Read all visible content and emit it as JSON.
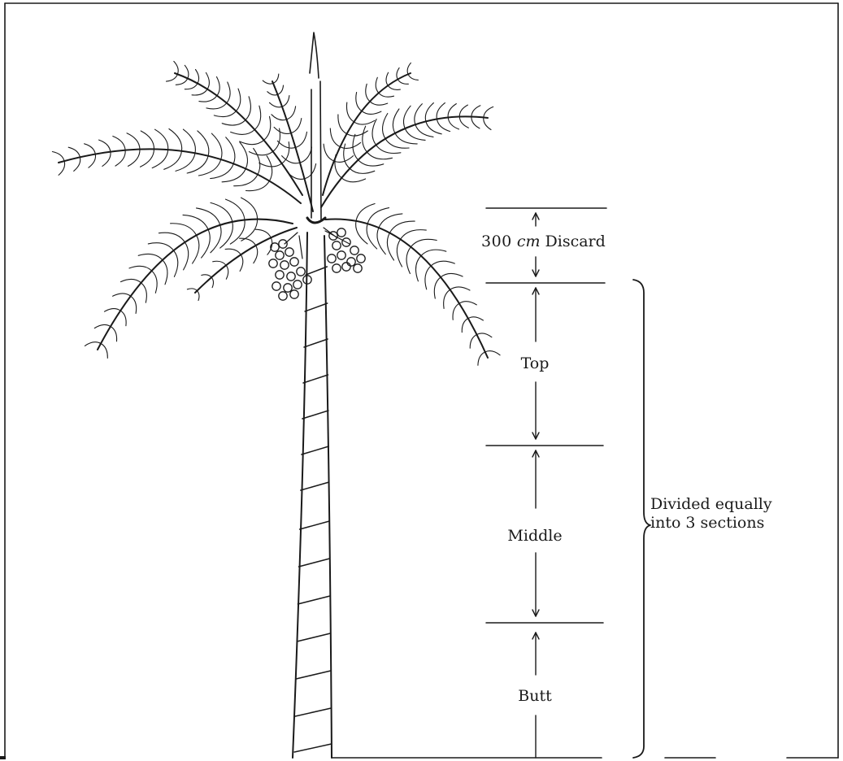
{
  "sections": {
    "discard": {
      "length_value": "300",
      "length_unit": "cm",
      "label": "Discard"
    },
    "top": {
      "label": "Top"
    },
    "middle": {
      "label": "Middle"
    },
    "butt": {
      "label": "Butt"
    }
  },
  "brace_note": {
    "line1": "Divided equally",
    "line2": "into 3 sections"
  },
  "colors": {
    "ink": "#1a1a1a",
    "background": "#ffffff"
  },
  "icons": [
    "palm-tree-illustration",
    "fruit-cluster-icon",
    "double-arrow-icon",
    "curly-brace-icon"
  ]
}
